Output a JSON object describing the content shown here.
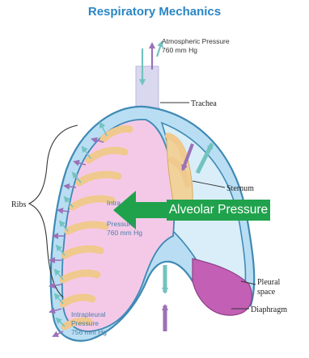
{
  "title": "Respiratory Mechanics",
  "atmospheric": {
    "line1": "Atmospheric Pressure",
    "line2": "760 mm Hg"
  },
  "labels": {
    "trachea": "Trachea",
    "sternum": "Sternum",
    "ribs": "Ribs",
    "pleural_space": [
      "Pleural",
      "space"
    ],
    "diaphragm": "Diaphragm"
  },
  "intrapulmonary": {
    "line1": "Intra",
    "line2": "Pressure",
    "line3": "760 mm Hg"
  },
  "intrapleural": {
    "line1": "Intrapleural",
    "line2": "Pressure",
    "line3": "756 mm Hg"
  },
  "callout": {
    "text": "Alveolar Pressure"
  },
  "colors": {
    "title": "#2a86c4",
    "lung_fill": "#f4c9e8",
    "pleura": "#b9def3",
    "pleura_outline": "#3f8ab5",
    "trachea": "#d9d8ef",
    "diaphragm": "#c35fb5",
    "rib": "#f0c98e",
    "arrow_teal": "#72c3c0",
    "arrow_purple": "#9b71b8",
    "callout_bg": "#20a24c"
  }
}
